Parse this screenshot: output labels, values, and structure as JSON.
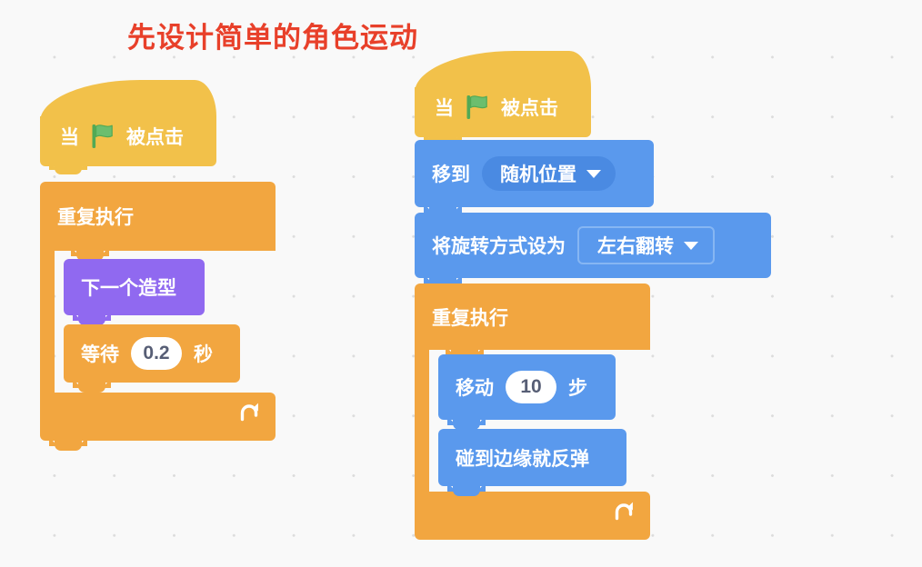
{
  "page": {
    "title": "先设计简单的角色运动",
    "title_color": "#e8402a",
    "background_color": "#f9f9f9"
  },
  "palette": {
    "events": "#f2c14a",
    "control": "#f2a640",
    "looks": "#9069f0",
    "motion": "#5a99ed",
    "input_field": "#ffffff",
    "dropdown_pill": "#4a8ae2",
    "flag_green": "#59b85c"
  },
  "scripts": [
    {
      "name": "costume-animation-script",
      "hat": {
        "label_before": "当",
        "icon": "green-flag-icon",
        "label_after": "被点击"
      },
      "loop": {
        "label": "重复执行",
        "repeat_icon": "loop-arrow-icon",
        "body": [
          {
            "type": "looks",
            "label": "下一个造型"
          },
          {
            "type": "control",
            "label_before": "等待",
            "value": "0.2",
            "label_after": "秒"
          }
        ]
      }
    },
    {
      "name": "movement-script",
      "hat": {
        "label_before": "当",
        "icon": "green-flag-icon",
        "label_after": "被点击"
      },
      "pre_loop": [
        {
          "type": "motion",
          "label_before": "移到",
          "dropdown_style": "pill",
          "dropdown_value": "随机位置",
          "dropdown_icon": "chevron-down-icon"
        },
        {
          "type": "motion",
          "label_before": "将旋转方式设为",
          "dropdown_style": "rect",
          "dropdown_value": "左右翻转",
          "dropdown_icon": "chevron-down-icon"
        }
      ],
      "loop": {
        "label": "重复执行",
        "repeat_icon": "loop-arrow-icon",
        "body": [
          {
            "type": "motion",
            "label_before": "移动",
            "value": "10",
            "label_after": "步"
          },
          {
            "type": "motion",
            "label": "碰到边缘就反弹"
          }
        ]
      }
    }
  ]
}
